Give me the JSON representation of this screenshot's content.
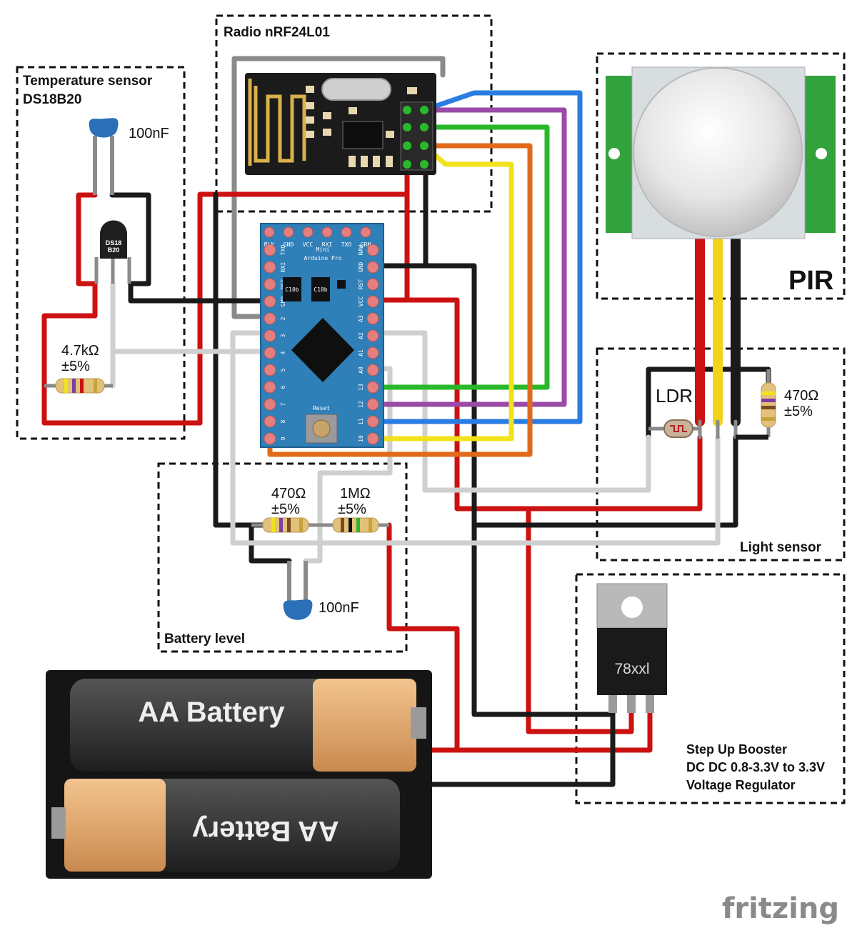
{
  "sections": {
    "radio": "Radio nRF24L01",
    "temperature_line1": "Temperature sensor",
    "temperature_line2": "DS18B20",
    "pir": "PIR",
    "light": "Light sensor",
    "battery_level": "Battery level",
    "booster_line1": "Step Up Booster",
    "booster_line2": "DC DC 0.8-3.3V to 3.3V",
    "booster_line3": "Voltage Regulator"
  },
  "components": {
    "cap_temp": "100nF",
    "ds18b20_line1": "DS18",
    "ds18b20_line2": "B20",
    "res_temp_value": "4.7kΩ",
    "res_temp_tol": "±5%",
    "ldr": "LDR",
    "res_light_value": "470Ω",
    "res_light_tol": "±5%",
    "res_batt1_value": "470Ω",
    "res_batt1_tol": "±5%",
    "res_batt2_value": "1MΩ",
    "res_batt2_tol": "±5%",
    "cap_batt": "100nF",
    "regulator": "78xxl",
    "battery_top": "AA Battery",
    "battery_bottom": "AA Battery"
  },
  "arduino": {
    "name_line1": "Mini",
    "name_line2": "Arduino Pro",
    "top_pins": [
      "BLK",
      "GND",
      "VCC",
      "RXI",
      "TXO",
      "GRN"
    ],
    "left_pins": [
      "TXO",
      "RXI",
      "RST",
      "GND",
      "2",
      "3",
      "4",
      "5",
      "6",
      "7",
      "8",
      "9"
    ],
    "right_pins": [
      "RAW",
      "GND",
      "RST",
      "VCC",
      "A3",
      "A2",
      "A1",
      "A0",
      "13",
      "12",
      "11",
      "10"
    ],
    "chip_label": "C10b",
    "reset_label": "Reset"
  },
  "brand": "fritzing",
  "colors": {
    "wire_red": "#cc1111",
    "wire_black": "#1a1a1a",
    "wire_gray": "#8a8a8a",
    "wire_white": "#cfcfcf",
    "wire_blue": "#2a7de1",
    "wire_purple": "#9b4aa8",
    "wire_green": "#28b82a",
    "wire_orange": "#e06a1a",
    "wire_yellow": "#f2e21a",
    "board_blue": "#2f7fb8",
    "pir_green": "#32a23c"
  }
}
